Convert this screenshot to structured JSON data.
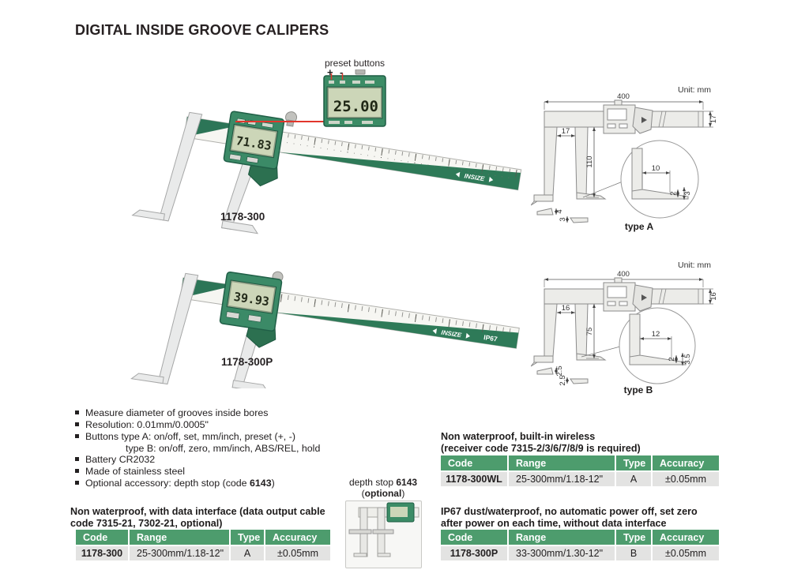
{
  "title": "DIGITAL INSIDE GROOVE CALIPERS",
  "preset_callout": {
    "label": "preset buttons",
    "plus": "+",
    "minus": "-",
    "lcd": "25.00"
  },
  "products": {
    "a": {
      "label": "1178-300",
      "lcd": "71.83",
      "brand": "INSIZE"
    },
    "b": {
      "label": "1178-300P",
      "lcd": "39.93",
      "brand": "INSIZE",
      "badge": "IP67"
    }
  },
  "drawing_a": {
    "unit": "Unit: mm",
    "overall": "400",
    "beam_h": "17",
    "jaw_w": "17",
    "jaw_len": "110",
    "detail_w": "10",
    "detail_t": "2",
    "detail_h": "3",
    "tip1": "4",
    "tip2": "3",
    "caption": "type A"
  },
  "drawing_b": {
    "unit": "Unit: mm",
    "overall": "400",
    "beam_h": "16",
    "jaw_w": "16",
    "jaw_len": "75",
    "detail_w": "12",
    "detail_t": "2",
    "detail_h": "3.5",
    "tip1": "2.5",
    "tip2": "2.5",
    "caption": "type B"
  },
  "features": {
    "f1": "Measure diameter of grooves inside bores",
    "f2": "Resolution: 0.01mm/0.0005\"",
    "f3": "Buttons type A: on/off, set, mm/inch, preset (+, -)",
    "f3_cont": "type B: on/off, zero, mm/inch, ABS/REL, hold",
    "f4": "Battery CR2032",
    "f5": "Made of stainless steel",
    "f6_pre": "Optional accessory: depth stop (code ",
    "f6_code": "6143",
    "f6_post": ")"
  },
  "depth_stop": {
    "line1_pre": "depth stop ",
    "line1_code": "6143",
    "line2_pre": "(",
    "line2_bold": "optional",
    "line2_post": ")"
  },
  "tables": {
    "left": {
      "heading1": "Non waterproof, with data interface (data output cable",
      "heading2": "code 7315-21, 7302-21, optional)",
      "h_code": "Code",
      "h_range": "Range",
      "h_type": "Type",
      "h_acc": "Accuracy",
      "code": "1178-300",
      "range": "25-300mm/1.18-12\"",
      "type": "A",
      "acc": "±0.05mm"
    },
    "wireless": {
      "heading1": "Non waterproof, built-in wireless",
      "heading2": "(receiver code 7315-2/3/6/7/8/9 is required)",
      "h_code": "Code",
      "h_range": "Range",
      "h_type": "Type",
      "h_acc": "Accuracy",
      "code": "1178-300WL",
      "range": "25-300mm/1.18-12\"",
      "type": "A",
      "acc": "±0.05mm"
    },
    "ip67": {
      "heading1": "IP67 dust/waterproof, no automatic power off, set zero",
      "heading2": "after power on each time, without data interface",
      "h_code": "Code",
      "h_range": "Range",
      "h_type": "Type",
      "h_acc": "Accuracy",
      "code": "1178-300P",
      "range": "33-300mm/1.30-12\"",
      "type": "B",
      "acc": "±0.05mm"
    }
  },
  "colors": {
    "table_header_green": "#4d9c6d",
    "device_green": "#3b8a67",
    "beam_green": "#2e7a58",
    "callout_red": "#e2362c",
    "lcd_bg": "#ccd6b8"
  }
}
